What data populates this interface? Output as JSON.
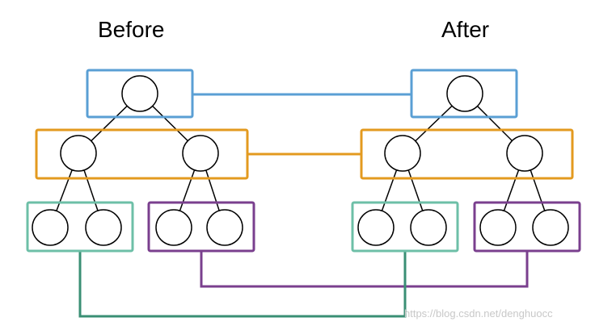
{
  "titles": {
    "before": "Before",
    "after": "After"
  },
  "watermark": "https://blog.csdn.net/denghuocc",
  "colors": {
    "level_1": "#5a9fd4",
    "level_2": "#e39a1f",
    "level_3_left": "#6dbfa7",
    "level_3_right": "#7a3f8e",
    "lower_connector": "#3a8f74",
    "node_stroke": "#000000",
    "node_fill": "#ffffff"
  }
}
